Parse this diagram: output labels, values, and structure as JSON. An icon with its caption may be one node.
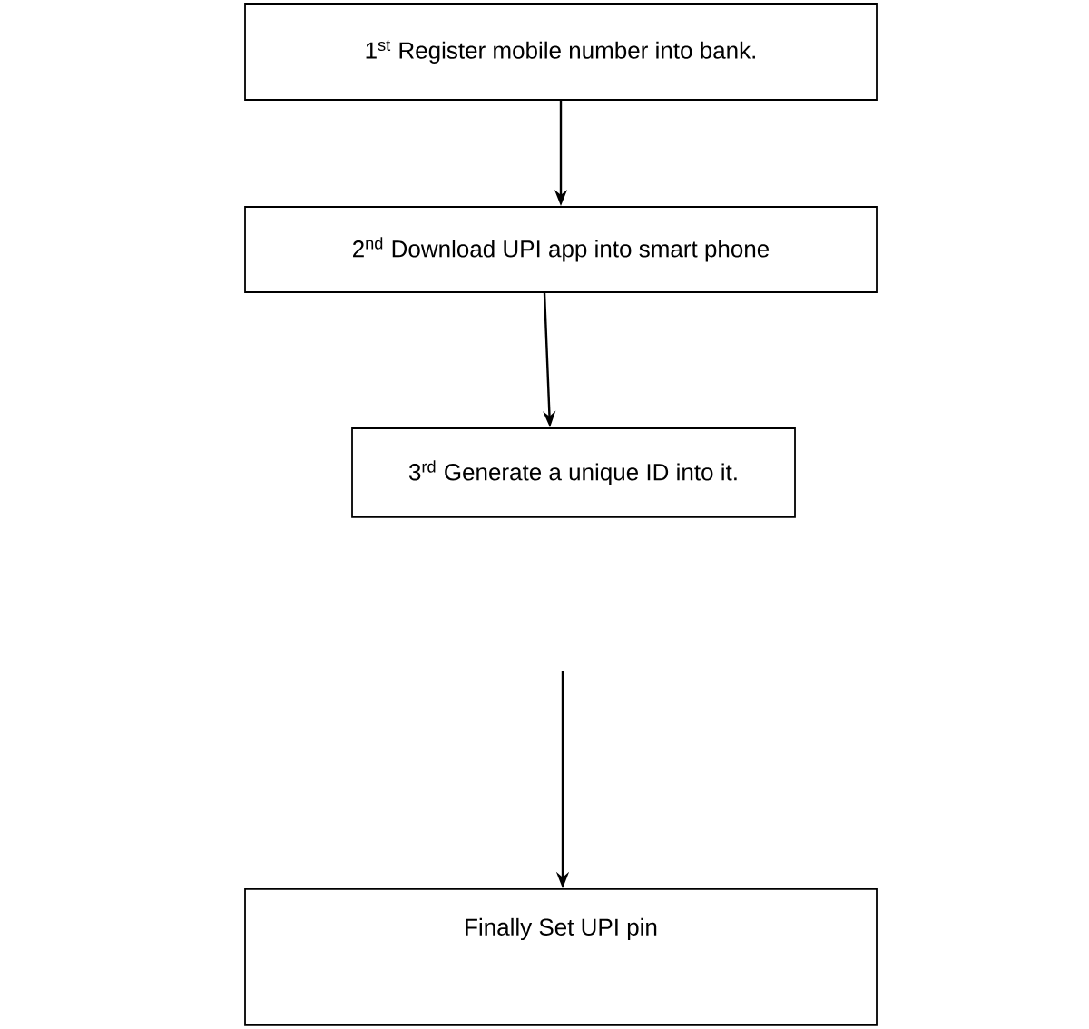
{
  "diagram": {
    "nodes": [
      {
        "text": [
          "1$^{st}$ Register mobile number into bank."
        ]
      },
      {
        "text": [
          "2$^{nd}$ Download UPI app into smart phone"
        ]
      },
      {
        "text": [
          "3$^{rd}$ Generate a unique ID into it."
        ]
      },
      {
        "text": [
          "Finally Set UPI pin"
        ]
      }
    ],
    "edges": [
      {
        "from": 0,
        "to": 1,
        "arrow": "to"
      },
      {
        "from": 1,
        "to": 2,
        "arrow": "to"
      },
      {
        "from": null,
        "to": 3,
        "arrow": "to"
      }
    ]
  }
}
